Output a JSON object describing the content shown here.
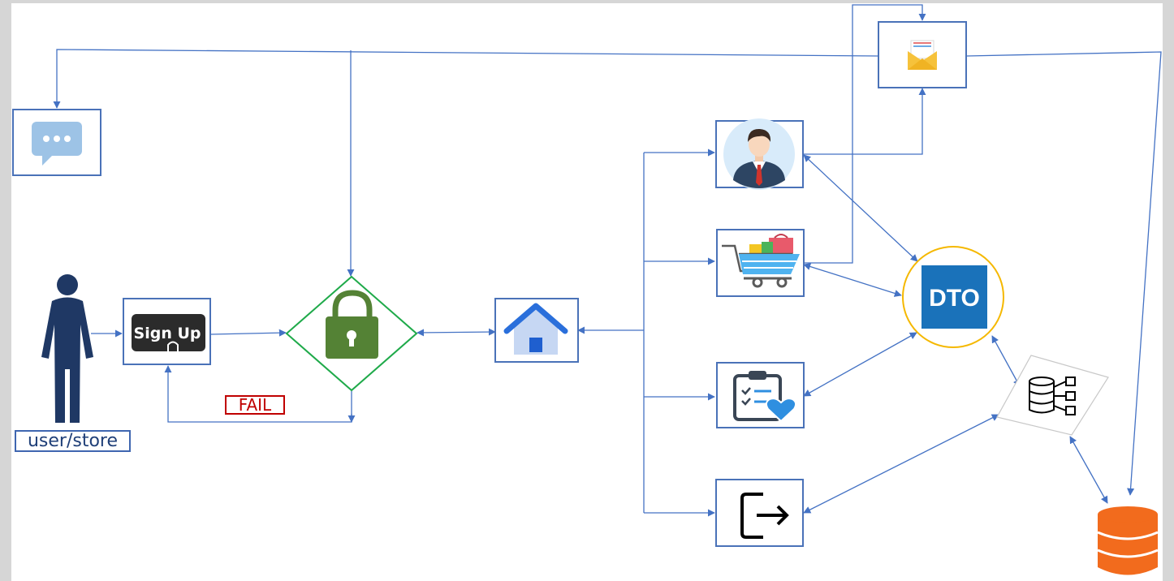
{
  "labels": {
    "user": "user/store",
    "fail": "FAIL",
    "signup": "Sign Up",
    "dto": "DTO"
  },
  "nodes": [
    {
      "id": "chat",
      "icon": "chat-bubble-icon"
    },
    {
      "id": "user",
      "icon": "person-icon"
    },
    {
      "id": "signup",
      "icon": "sign-up-icon"
    },
    {
      "id": "auth",
      "icon": "padlock-icon"
    },
    {
      "id": "home",
      "icon": "home-icon"
    },
    {
      "id": "profile",
      "icon": "businessman-avatar-icon"
    },
    {
      "id": "cart",
      "icon": "shopping-cart-icon"
    },
    {
      "id": "wishlist",
      "icon": "clipboard-heart-icon"
    },
    {
      "id": "logout",
      "icon": "logout-icon"
    },
    {
      "id": "mail",
      "icon": "envelope-icon"
    },
    {
      "id": "dto",
      "icon": "dto-icon"
    },
    {
      "id": "orm",
      "icon": "database-schema-icon"
    },
    {
      "id": "database",
      "icon": "database-icon"
    }
  ],
  "colors": {
    "connector": "#4472c4",
    "node_border": "#4a72b8",
    "decision_border": "#1faa4a",
    "fail": "#c00000",
    "dto_fill": "#1a72ba",
    "dto_ring": "#f5b800",
    "database": "#f26b1d",
    "person": "#1f3864",
    "lock": "#548235"
  }
}
